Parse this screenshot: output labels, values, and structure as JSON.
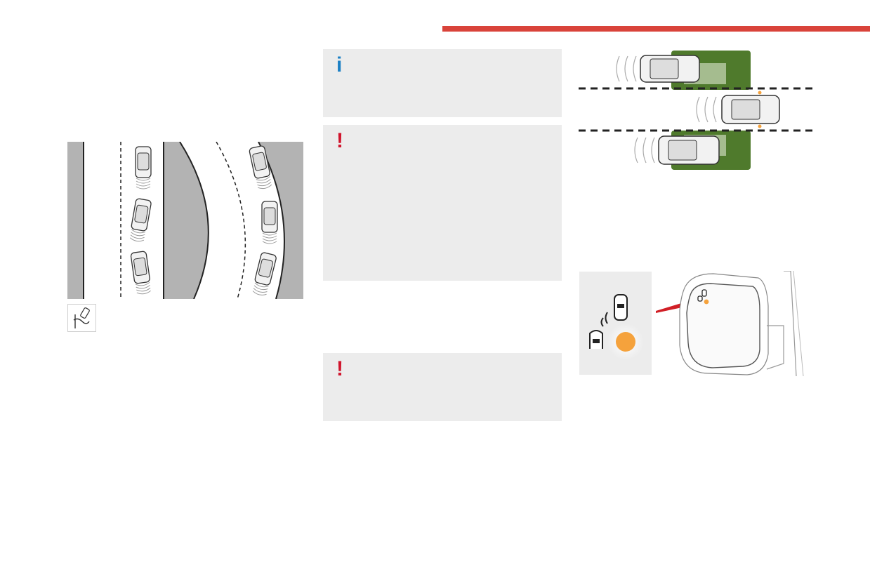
{
  "header": {
    "accent_color": "#d9433a"
  },
  "notes": [
    {
      "type": "info",
      "symbol": "i",
      "color": "#1a7fc4"
    },
    {
      "type": "warning",
      "symbol": "!",
      "color": "#d0142c"
    },
    {
      "type": "warning",
      "symbol": "!",
      "color": "#d0142c"
    }
  ],
  "icons": {
    "lane_keeping": "lane-departure-icon",
    "detection": "blind-spot-detection-icon"
  },
  "colors": {
    "road_grey": "#b3b3b3",
    "detection_zone_green": "#4f7a2c",
    "indicator_orange": "#f5a23c",
    "mirror_red": "#d11f26"
  }
}
